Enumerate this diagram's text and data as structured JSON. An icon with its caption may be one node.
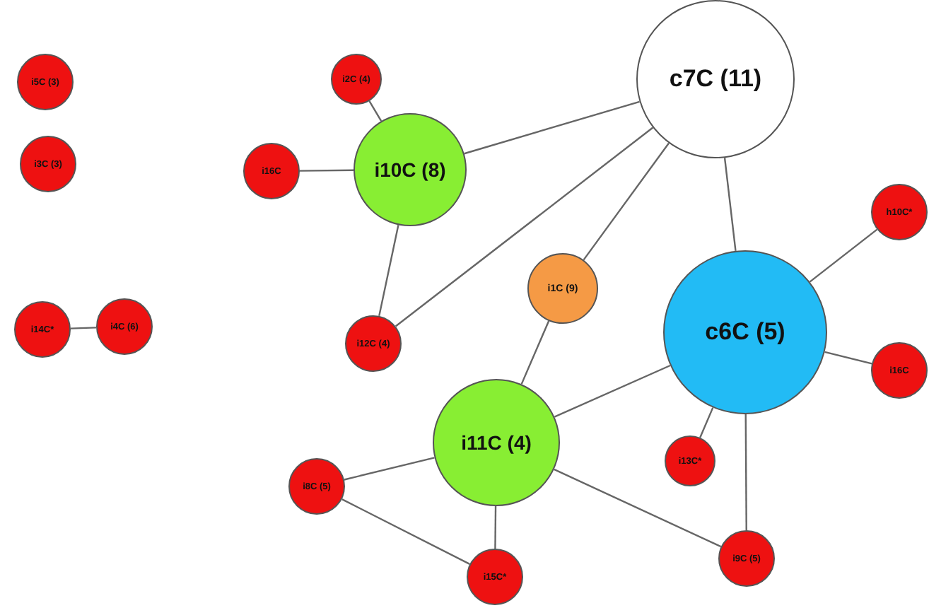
{
  "diagram": {
    "nodes": [
      {
        "text": [
          "i5C (3)"
        ]
      },
      {
        "text": [
          "i3C (3)"
        ]
      },
      {
        "text": [
          "i14C*"
        ]
      },
      {
        "text": [
          "i4C (6)"
        ]
      },
      {
        "text": [
          "i2C (4)"
        ]
      },
      {
        "text": [
          "i10C (8)"
        ]
      },
      {
        "text": [
          "i16C"
        ]
      },
      {
        "text": [
          "c7C (11)"
        ]
      },
      {
        "text": [
          "i12C (4)"
        ]
      },
      {
        "text": [
          "i1C (9)"
        ]
      },
      {
        "text": [
          "c6C (5)"
        ]
      },
      {
        "text": [
          "h10C*"
        ]
      },
      {
        "text": [
          "i16C"
        ]
      },
      {
        "text": [
          "i11C (4)"
        ]
      },
      {
        "text": [
          "i13C*"
        ]
      },
      {
        "text": [
          "i8C (5)"
        ]
      },
      {
        "text": [
          "i15C*"
        ]
      },
      {
        "text": [
          "i9C (5)"
        ]
      }
    ],
    "edges": [
      {
        "from": 2,
        "to": 3,
        "arrow": "none"
      },
      {
        "from": 4,
        "to": 5,
        "arrow": "none"
      },
      {
        "from": 6,
        "to": 5,
        "arrow": "none"
      },
      {
        "from": 5,
        "to": 8,
        "arrow": "none"
      },
      {
        "from": 5,
        "to": 7,
        "arrow": "none"
      },
      {
        "from": 7,
        "to": 8,
        "arrow": "none"
      },
      {
        "from": 7,
        "to": 9,
        "arrow": "none"
      },
      {
        "from": 7,
        "to": 10,
        "arrow": "none"
      },
      {
        "from": 9,
        "to": 13,
        "arrow": "none"
      },
      {
        "from": 10,
        "to": 11,
        "arrow": "none"
      },
      {
        "from": 10,
        "to": 12,
        "arrow": "none"
      },
      {
        "from": 10,
        "to": 13,
        "arrow": "none"
      },
      {
        "from": 10,
        "to": 14,
        "arrow": "none"
      },
      {
        "from": 10,
        "to": 17,
        "arrow": "none"
      },
      {
        "from": 13,
        "to": 15,
        "arrow": "none"
      },
      {
        "from": 13,
        "to": 16,
        "arrow": "none"
      },
      {
        "from": 15,
        "to": 16,
        "arrow": "none"
      },
      {
        "from": 13,
        "to": 17,
        "arrow": "none"
      }
    ]
  }
}
